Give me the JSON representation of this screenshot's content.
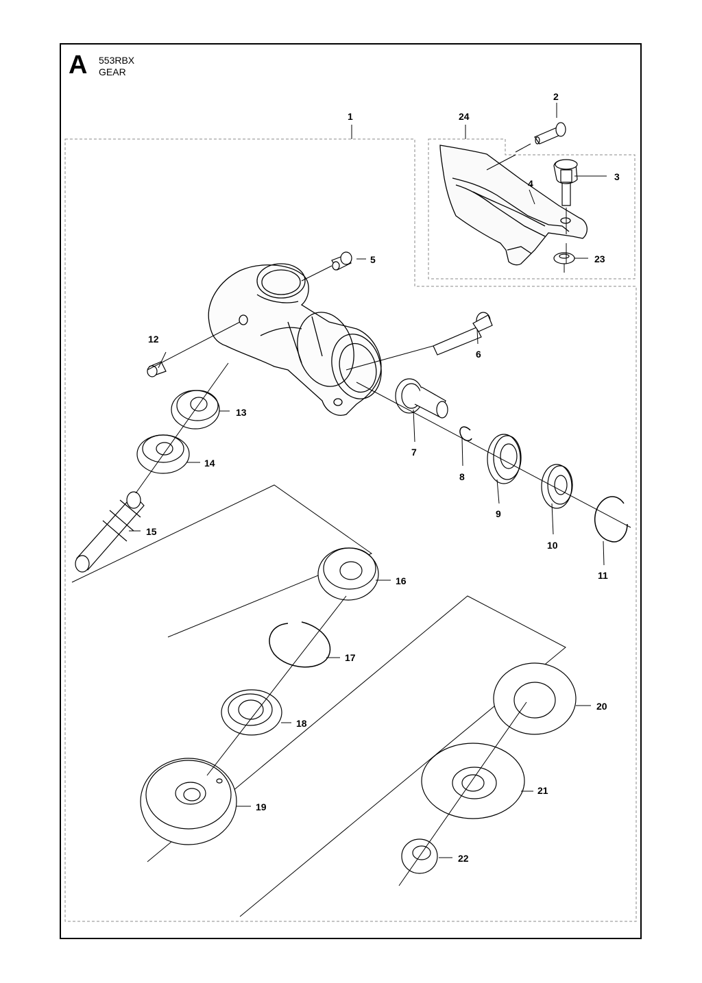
{
  "header": {
    "section": "A",
    "model": "553RBX",
    "title": "GEAR"
  },
  "parts": {
    "p1": "1",
    "p2": "2",
    "p3": "3",
    "p4": "4",
    "p5": "5",
    "p6": "6",
    "p7": "7",
    "p8": "8",
    "p9": "9",
    "p10": "10",
    "p11": "11",
    "p12": "12",
    "p13": "13",
    "p14": "14",
    "p15": "15",
    "p16": "16",
    "p17": "17",
    "p18": "18",
    "p19": "19",
    "p20": "20",
    "p21": "21",
    "p22": "22",
    "p23": "23",
    "p24": "24"
  }
}
